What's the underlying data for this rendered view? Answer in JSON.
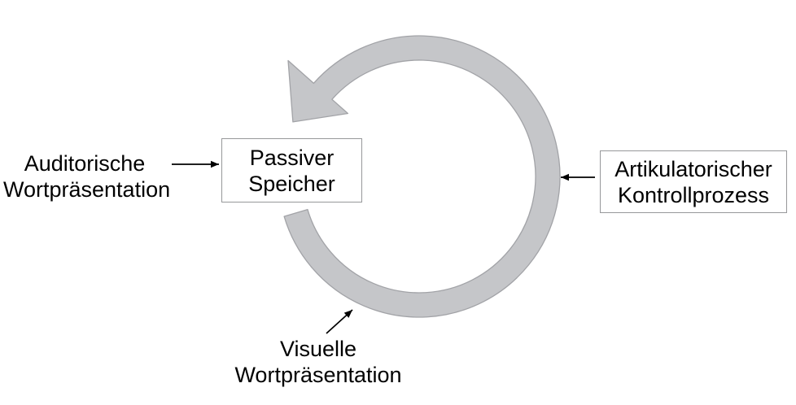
{
  "labels": {
    "auditory": {
      "line1": "Auditorische",
      "line2": "Wortpräsentation"
    },
    "visual": {
      "line1": "Visuelle",
      "line2": "Wortpräsentation"
    }
  },
  "boxes": {
    "passive_store": {
      "line1": "Passiver",
      "line2": "Speicher"
    },
    "articulatory": {
      "line1": "Artikulatorischer",
      "line2": "Kontrollprozess"
    }
  },
  "colors": {
    "loop_fill": "#c5c6c9",
    "loop_stroke": "#a2a3a7",
    "box_border": "#97989a",
    "arrow": "#000000",
    "text": "#000000",
    "background": "#ffffff"
  }
}
